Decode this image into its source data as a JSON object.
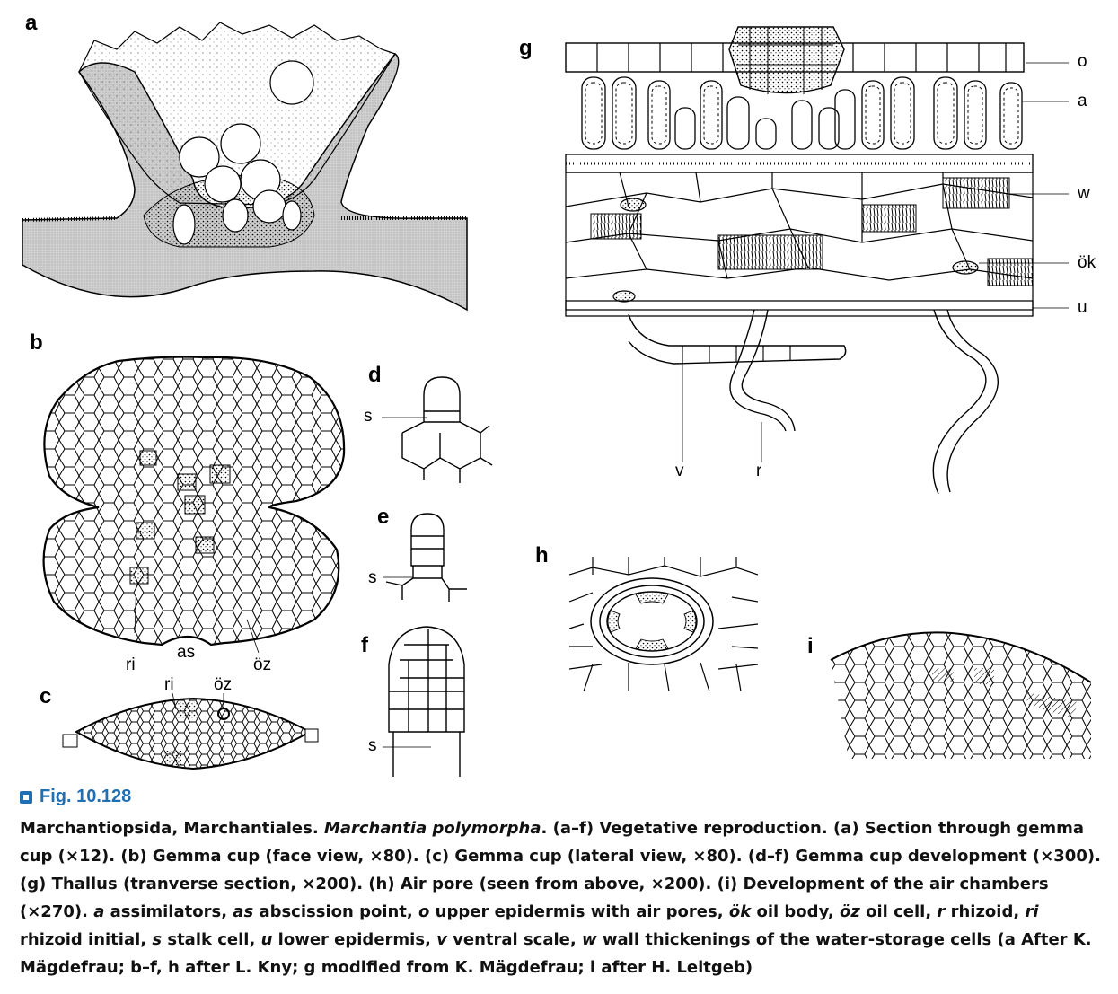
{
  "panels": {
    "a": "a",
    "b": "b",
    "c": "c",
    "d": "d",
    "e": "e",
    "f": "f",
    "g": "g",
    "h": "h",
    "i": "i"
  },
  "labels": {
    "b_ri": "ri",
    "b_as": "as",
    "b_oz": "öz",
    "c_ri": "ri",
    "c_oz": "öz",
    "d_s": "s",
    "e_s": "s",
    "f_s": "s",
    "g_o": "o",
    "g_a": "a",
    "g_w": "w",
    "g_ok": "ök",
    "g_u": "u",
    "g_v": "v",
    "g_r": "r"
  },
  "caption": {
    "figure_number": "Fig. 10.128",
    "segments": [
      {
        "text": "Marchantiopsida, Marchantiales. ",
        "italic": false
      },
      {
        "text": "Marchantia polymorpha",
        "italic": true
      },
      {
        "text": ". (a–f) Vegetative reproduction. (a) Section through gemma cup (×12). (b) Gemma cup (face view, ×80). (c) Gemma cup (lateral view, ×80). (d–f) Gemma cup development (×300). (g) Thallus (tranverse section, ×200). (h) Air pore (seen from above, ×200). (i) Development of the air chambers (×270). ",
        "italic": false
      },
      {
        "text": "a",
        "italic": true
      },
      {
        "text": " assimilators, ",
        "italic": false
      },
      {
        "text": "as",
        "italic": true
      },
      {
        "text": " abscission point, ",
        "italic": false
      },
      {
        "text": "o",
        "italic": true
      },
      {
        "text": " upper epidermis with air pores, ",
        "italic": false
      },
      {
        "text": "ök",
        "italic": true
      },
      {
        "text": " oil body, ",
        "italic": false
      },
      {
        "text": "öz",
        "italic": true
      },
      {
        "text": " oil cell, ",
        "italic": false
      },
      {
        "text": "r",
        "italic": true
      },
      {
        "text": " rhizoid, ",
        "italic": false
      },
      {
        "text": "ri",
        "italic": true
      },
      {
        "text": " rhizoid initial, ",
        "italic": false
      },
      {
        "text": "s",
        "italic": true
      },
      {
        "text": " stalk cell, ",
        "italic": false
      },
      {
        "text": "u",
        "italic": true
      },
      {
        "text": " lower epidermis, ",
        "italic": false
      },
      {
        "text": "v",
        "italic": true
      },
      {
        "text": " ventral scale, ",
        "italic": false
      },
      {
        "text": "w",
        "italic": true
      },
      {
        "text": " wall thickenings of the water-storage cells (a After K. Mägdefrau; b–f, h after L. Kny; g modified from K. Mägdefrau; i after H. Leitgeb)",
        "italic": false
      }
    ]
  },
  "colors": {
    "accent": "#1f6fb2",
    "ink": "#000000"
  }
}
